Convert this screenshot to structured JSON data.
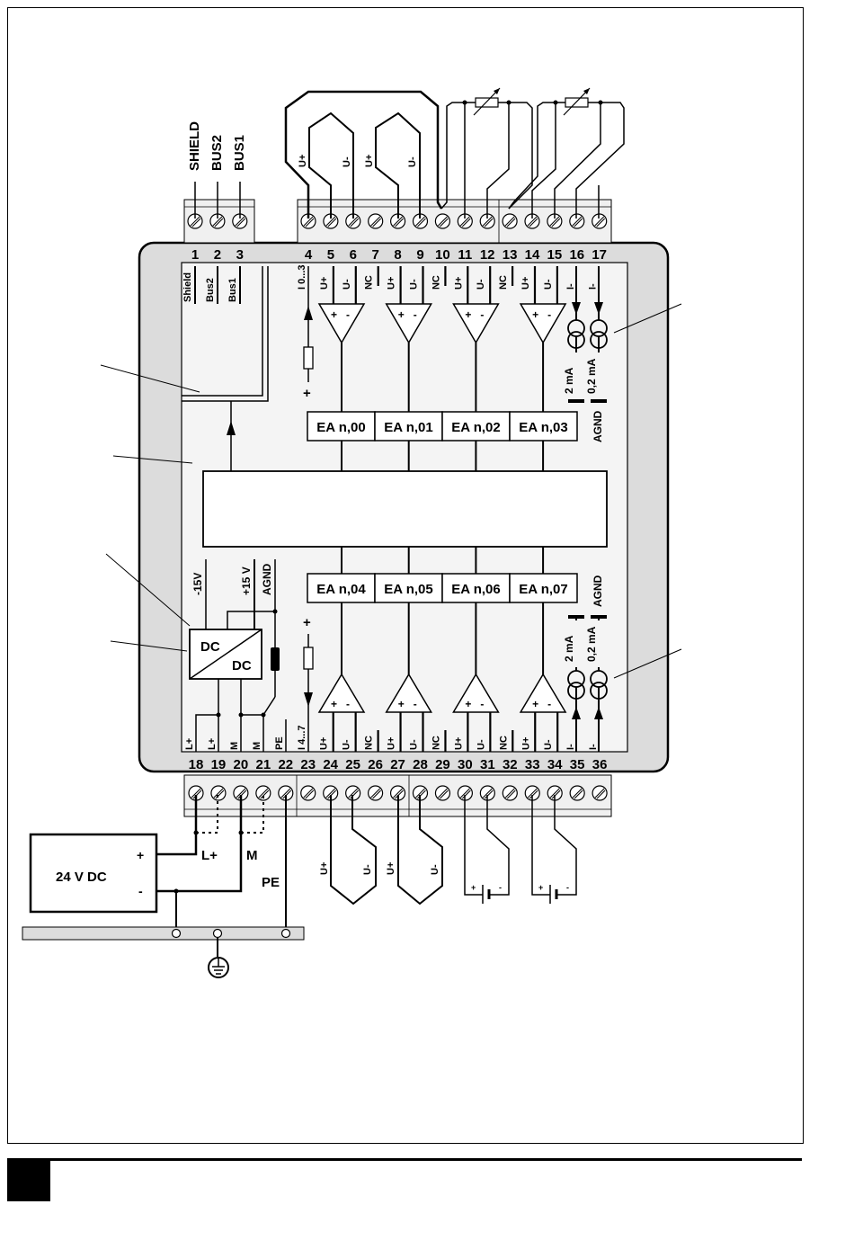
{
  "top_block_a": {
    "signals": [
      "SHIELD",
      "BUS2",
      "BUS1"
    ],
    "terminals": [
      "1",
      "2",
      "3"
    ],
    "inner_labels": [
      "Shield",
      "Bus2",
      "Bus1"
    ]
  },
  "top_block_b": {
    "terminals": [
      "4",
      "5",
      "6",
      "7",
      "8",
      "9",
      "10",
      "11",
      "12",
      "13",
      "14",
      "15",
      "16",
      "17"
    ],
    "inner_labels": [
      "I 0...3",
      "U+",
      "U-",
      "NC",
      "U+",
      "U-",
      "NC",
      "U+",
      "U-",
      "NC",
      "U+",
      "U-",
      "I-",
      "I-"
    ],
    "external_wire_labels": [
      "U+",
      "U-",
      "U+",
      "U-"
    ]
  },
  "bottom_block": {
    "terminals": [
      "18",
      "19",
      "20",
      "21",
      "22",
      "23",
      "24",
      "25",
      "26",
      "27",
      "28",
      "29",
      "30",
      "31",
      "32",
      "33",
      "34",
      "35",
      "36"
    ],
    "inner_labels": [
      "L+",
      "L+",
      "M",
      "M",
      "PE",
      "I 4...7",
      "U+",
      "U-",
      "NC",
      "U+",
      "U-",
      "NC",
      "U+",
      "U-",
      "NC",
      "U+",
      "U-",
      "I-",
      "I-"
    ],
    "external_wire_labels": [
      "U+",
      "U-",
      "U+",
      "U-"
    ],
    "battery_polarity": [
      "+",
      "-"
    ]
  },
  "channels_top": [
    "EA n,00",
    "EA n,01",
    "EA n,02",
    "EA n,03"
  ],
  "channels_bottom": [
    "EA n,04",
    "EA n,05",
    "EA n,06",
    "EA n,07"
  ],
  "amplifier_polarity": [
    "+",
    "-"
  ],
  "current_sources": {
    "labels": [
      "2 mA",
      "0,2 mA"
    ],
    "ground": "AGND"
  },
  "resistor_polarity": "+",
  "dcdc": {
    "label_in": "DC",
    "label_out": "DC",
    "rails": [
      "-15V",
      "+15 V",
      "AGND"
    ]
  },
  "power_supply": {
    "label": "24 V DC",
    "plus": "+",
    "minus": "-",
    "wire_labels": [
      "L+",
      "M",
      "PE"
    ]
  }
}
